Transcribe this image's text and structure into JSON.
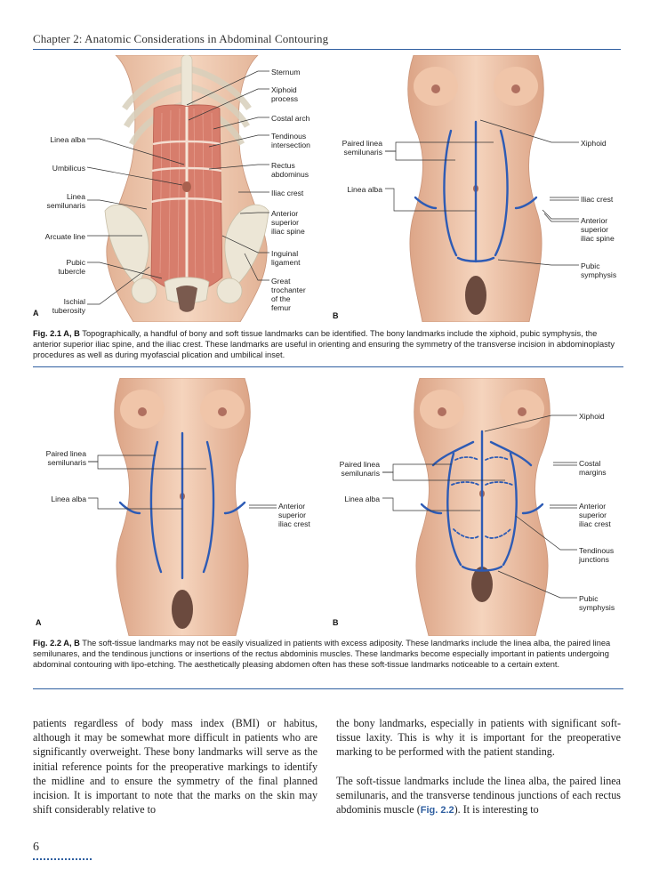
{
  "header": {
    "chapter_title": "Chapter 2: Anatomic Considerations in Abdominal Contouring"
  },
  "fig1": {
    "panel_a": {
      "letter": "A",
      "labels_right": [
        "Sternum",
        "Xiphoid\nprocess",
        "Costal arch",
        "Tendinous\nintersection",
        "Rectus\nabdominus",
        "Iliac crest",
        "Anterior\nsuperior\niliac spine",
        "Inguinal\nligament",
        "Great\ntrochanter\nof the\nfemur"
      ],
      "labels_left": [
        "Linea alba",
        "Umbilicus",
        "Linea\nsemilunaris",
        "Arcuate line",
        "Pubic\ntubercle",
        "Ischial\ntuberosity"
      ]
    },
    "panel_b": {
      "letter": "B",
      "labels_right": [
        "Xiphoid",
        "Iliac crest",
        "Anterior\nsuperior\niliac spine",
        "Pubic\nsymphysis"
      ],
      "labels_left": [
        "Paired linea\nsemilunaris",
        "Linea alba"
      ]
    },
    "caption_label": "Fig. 2.1  A, B",
    "caption_text": " Topographically, a handful of bony and soft tissue landmarks can be identified. The bony landmarks include the xiphoid, pubic symphysis, the anterior superior iliac spine, and the iliac crest. These landmarks are useful in orienting and ensuring the symmetry of the transverse incision in abdominoplasty procedures as well as during myofascial plication and umbilical inset."
  },
  "fig2": {
    "panel_a": {
      "letter": "A",
      "labels_left": [
        "Paired linea\nsemilunaris",
        "Linea alba"
      ],
      "labels_right": [
        "Anterior\nsuperior\niliac crest"
      ]
    },
    "panel_b": {
      "letter": "B",
      "labels_left": [
        "Paired linea\nsemilunaris",
        "Linea alba"
      ],
      "labels_right": [
        "Xiphoid",
        "Costal\nmargins",
        "Anterior\nsuperior\niliac crest",
        "Tendinous\njunctions",
        "Pubic\nsymphysis"
      ]
    },
    "caption_label": "Fig. 2.2  A, B",
    "caption_text": " The soft-tissue landmarks may not be easily visualized in patients with excess adiposity. These landmarks include the linea alba, the paired linea semilunares, and the tendinous junctions or insertions of the rectus abdominis muscles. These landmarks become especially important in patients undergoing abdominal contouring with lipo-etching. The aesthetically pleasing abdomen often has these soft-tissue landmarks noticeable to a certain extent."
  },
  "body": {
    "col1_p1": "patients regardless of body mass index (BMI) or habitus, although it may be somewhat more difficult in patients who are significantly overweight. These bony landmarks will serve as the initial reference points for the preoperative markings to identify the midline and to ensure the symmetry of the final planned incision. It is important to note that the marks on the skin may shift considerably relative to",
    "col2_p1": "the bony landmarks, especially in patients with significant soft-tissue laxity. This is why it is important for the preoperative marking to be performed with the patient standing.",
    "col2_p2_before": "The soft-tissue landmarks include the linea alba, the paired linea semilunaris, and the transverse tendinous junctions of each rectus abdominis muscle (",
    "col2_p2_ref": "Fig. 2.2",
    "col2_p2_after": "). It is interesting to"
  },
  "footer": {
    "page_number": "6"
  },
  "colors": {
    "accent": "#2f5fa0",
    "skin": "#f1c9ae",
    "skin_shadow": "#dca486",
    "marker": "#2d5bb5",
    "muscle": "#d77d6c",
    "bone": "#ece6d6"
  }
}
